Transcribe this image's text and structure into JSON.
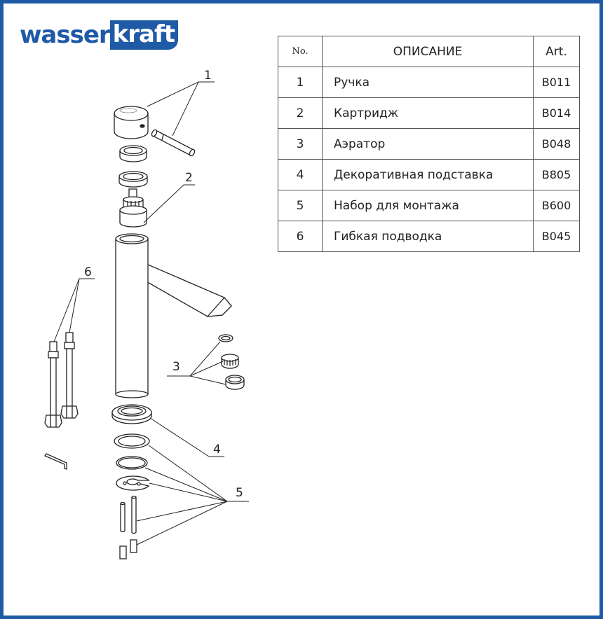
{
  "brand": {
    "part1": "wasser",
    "part2": "kraft",
    "color": "#1f5aa6"
  },
  "table": {
    "headers": {
      "no": "No.",
      "description": "ОПИСАНИЕ",
      "art": "Art."
    },
    "rows": [
      {
        "no": "1",
        "description": "Ручка",
        "art": "B011"
      },
      {
        "no": "2",
        "description": "Картридж",
        "art": "B014"
      },
      {
        "no": "3",
        "description": "Аэратор",
        "art": "B048"
      },
      {
        "no": "4",
        "description": "Декоративная подставка",
        "art": "B805"
      },
      {
        "no": "5",
        "description": "Набор для монтажа",
        "art": "B600"
      },
      {
        "no": "6",
        "description": "Гибкая подводка",
        "art": "B045"
      }
    ]
  },
  "callouts": {
    "c1": "1",
    "c2": "2",
    "c3": "3",
    "c4": "4",
    "c5": "5",
    "c6": "6"
  }
}
